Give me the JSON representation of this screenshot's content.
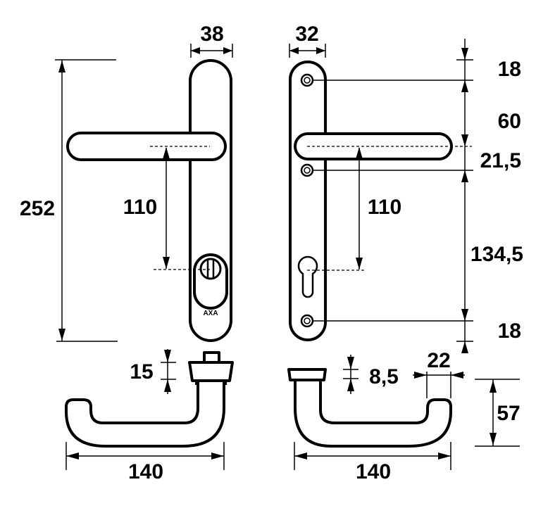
{
  "diagram": {
    "title": "Door handle set technical drawing",
    "units": "mm",
    "colors": {
      "line": "#000000",
      "background": "#ffffff"
    },
    "brand_label": "AXA",
    "views": {
      "front_plate_with_cylinder_and_turn": {
        "plate_width": "38",
        "plate_height": "252",
        "handle_to_cylinder_distance": "110"
      },
      "back_plate_with_keyhole": {
        "plate_width": "32",
        "top_screw_offset": "18",
        "screw_to_handle": "60",
        "handle_to_screw": "21,5",
        "screw_to_bottom_screw": "134,5",
        "bottom_screw_offset": "18",
        "handle_to_keyhole_distance": "110"
      },
      "handle_side_view_left": {
        "rose_height": "15",
        "handle_length": "140"
      },
      "handle_side_view_right": {
        "rose_height": "8,5",
        "grip_thickness": "22",
        "projection": "57",
        "handle_length": "140"
      }
    },
    "labels": {
      "w38": "38",
      "w32": "32",
      "h252": "252",
      "l110_left": "110",
      "l110_right": "110",
      "d18_top": "18",
      "d60": "60",
      "d21_5": "21,5",
      "d134_5": "134,5",
      "d18_bottom": "18",
      "d15": "15",
      "d8_5": "8,5",
      "d22": "22",
      "d57": "57",
      "l140_left": "140",
      "l140_right": "140"
    }
  }
}
